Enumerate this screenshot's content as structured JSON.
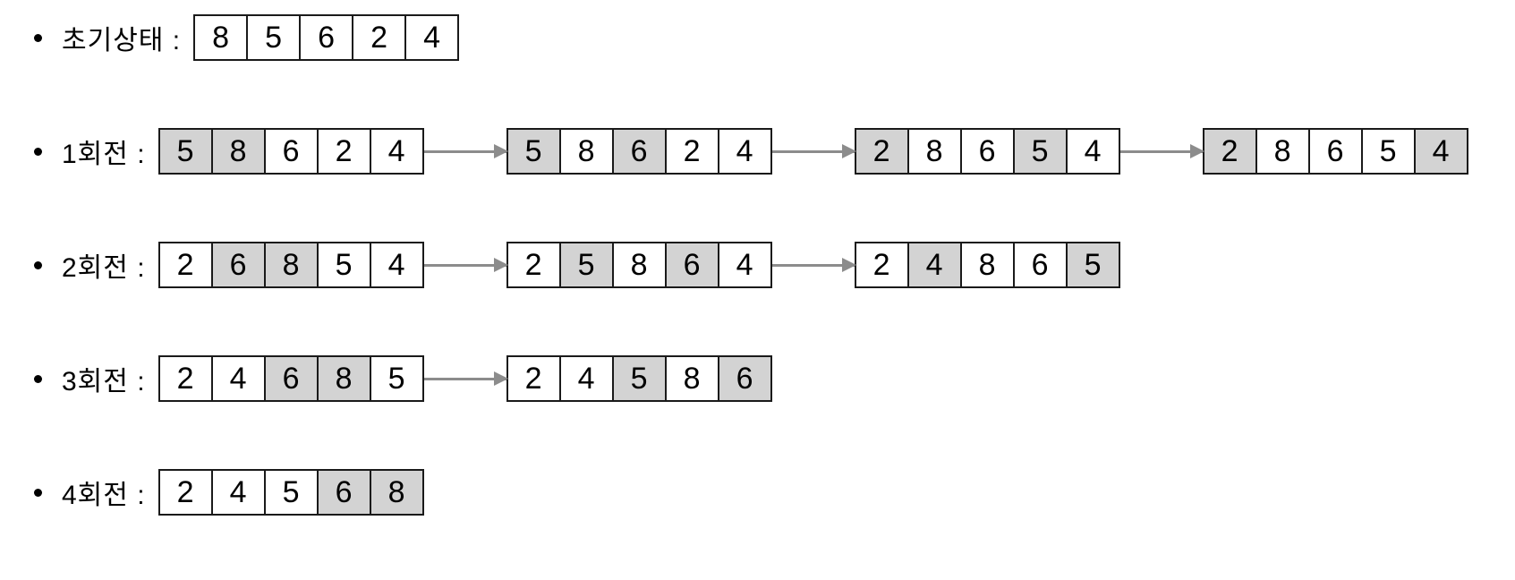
{
  "diagram": {
    "description": "selection-sort-rounds-diagram",
    "colors": {
      "highlight": "#d3d3d3",
      "border": "#1a1a1a",
      "arrow": "#8c8c8c",
      "text": "#000000"
    },
    "rows": [
      {
        "label": "초기상태 :",
        "arrays": [
          {
            "cells": [
              {
                "value": "8",
                "highlight": false
              },
              {
                "value": "5",
                "highlight": false
              },
              {
                "value": "6",
                "highlight": false
              },
              {
                "value": "2",
                "highlight": false
              },
              {
                "value": "4",
                "highlight": false
              }
            ]
          }
        ]
      },
      {
        "label": "1회전 :",
        "arrays": [
          {
            "cells": [
              {
                "value": "5",
                "highlight": true
              },
              {
                "value": "8",
                "highlight": true
              },
              {
                "value": "6",
                "highlight": false
              },
              {
                "value": "2",
                "highlight": false
              },
              {
                "value": "4",
                "highlight": false
              }
            ]
          },
          {
            "cells": [
              {
                "value": "5",
                "highlight": true
              },
              {
                "value": "8",
                "highlight": false
              },
              {
                "value": "6",
                "highlight": true
              },
              {
                "value": "2",
                "highlight": false
              },
              {
                "value": "4",
                "highlight": false
              }
            ]
          },
          {
            "cells": [
              {
                "value": "2",
                "highlight": true
              },
              {
                "value": "8",
                "highlight": false
              },
              {
                "value": "6",
                "highlight": false
              },
              {
                "value": "5",
                "highlight": true
              },
              {
                "value": "4",
                "highlight": false
              }
            ]
          },
          {
            "cells": [
              {
                "value": "2",
                "highlight": true
              },
              {
                "value": "8",
                "highlight": false
              },
              {
                "value": "6",
                "highlight": false
              },
              {
                "value": "5",
                "highlight": false
              },
              {
                "value": "4",
                "highlight": true
              }
            ]
          }
        ]
      },
      {
        "label": "2회전 :",
        "arrays": [
          {
            "cells": [
              {
                "value": "2",
                "highlight": false
              },
              {
                "value": "6",
                "highlight": true
              },
              {
                "value": "8",
                "highlight": true
              },
              {
                "value": "5",
                "highlight": false
              },
              {
                "value": "4",
                "highlight": false
              }
            ]
          },
          {
            "cells": [
              {
                "value": "2",
                "highlight": false
              },
              {
                "value": "5",
                "highlight": true
              },
              {
                "value": "8",
                "highlight": false
              },
              {
                "value": "6",
                "highlight": true
              },
              {
                "value": "4",
                "highlight": false
              }
            ]
          },
          {
            "cells": [
              {
                "value": "2",
                "highlight": false
              },
              {
                "value": "4",
                "highlight": true
              },
              {
                "value": "8",
                "highlight": false
              },
              {
                "value": "6",
                "highlight": false
              },
              {
                "value": "5",
                "highlight": true
              }
            ]
          }
        ]
      },
      {
        "label": "3회전 :",
        "arrays": [
          {
            "cells": [
              {
                "value": "2",
                "highlight": false
              },
              {
                "value": "4",
                "highlight": false
              },
              {
                "value": "6",
                "highlight": true
              },
              {
                "value": "8",
                "highlight": true
              },
              {
                "value": "5",
                "highlight": false
              }
            ]
          },
          {
            "cells": [
              {
                "value": "2",
                "highlight": false
              },
              {
                "value": "4",
                "highlight": false
              },
              {
                "value": "5",
                "highlight": true
              },
              {
                "value": "8",
                "highlight": false
              },
              {
                "value": "6",
                "highlight": true
              }
            ]
          }
        ]
      },
      {
        "label": "4회전 :",
        "arrays": [
          {
            "cells": [
              {
                "value": "2",
                "highlight": false
              },
              {
                "value": "4",
                "highlight": false
              },
              {
                "value": "5",
                "highlight": false
              },
              {
                "value": "6",
                "highlight": true
              },
              {
                "value": "8",
                "highlight": true
              }
            ]
          }
        ]
      }
    ]
  }
}
